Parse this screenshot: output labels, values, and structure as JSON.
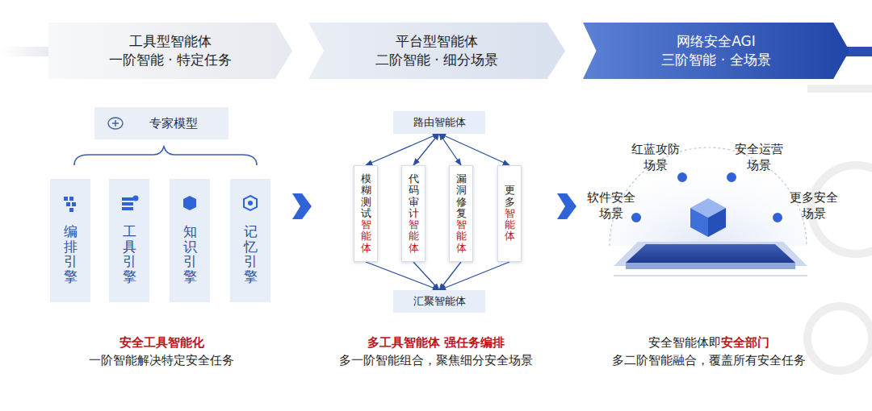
{
  "diagram": {
    "nodes": [
      {
        "text": [
          "工具型智能体",
          "一阶智能 · 特定任务"
        ]
      },
      {
        "text": [
          "平台型智能体",
          "二阶智能 · 细分场景"
        ]
      },
      {
        "text": [
          "网络安全AGI",
          "三阶智能 · 全场景"
        ]
      },
      {
        "text": [
          "专家模型"
        ]
      },
      {
        "text": [
          "编排引擎"
        ]
      },
      {
        "text": [
          "工具引擎"
        ]
      },
      {
        "text": [
          "知识引擎"
        ]
      },
      {
        "text": [
          "记忆引擎"
        ]
      },
      {
        "text": [
          "路由智能体"
        ]
      },
      {
        "text": [
          "模糊测试",
          "智能体"
        ]
      },
      {
        "text": [
          "代码审计",
          "智能体"
        ]
      },
      {
        "text": [
          "漏洞修复",
          "智能体"
        ]
      },
      {
        "text": [
          "更多",
          "智能体"
        ]
      },
      {
        "text": [
          "汇聚智能体"
        ]
      }
    ],
    "edges": [
      {
        "from": 8,
        "to": 9,
        "arrow": "both"
      },
      {
        "from": 8,
        "to": 10,
        "arrow": "both"
      },
      {
        "from": 8,
        "to": 11,
        "arrow": "both"
      },
      {
        "from": 8,
        "to": 12,
        "arrow": "both"
      },
      {
        "from": 9,
        "to": 13,
        "arrow": "to"
      },
      {
        "from": 10,
        "to": 13,
        "arrow": "to"
      },
      {
        "from": 11,
        "to": 13,
        "arrow": "to"
      },
      {
        "from": 12,
        "to": 13,
        "arrow": "to"
      }
    ],
    "labels": [
      "安全工具智能化",
      "一阶智能解决特定安全任务",
      "多工具智能体 强任务编排",
      "多一阶智能组合，聚焦细分安全场景",
      "红蓝攻防 场景",
      "安全运营 场景",
      "软件安全 场景",
      "更多安全 场景",
      "安全智能体即",
      "安全部门",
      "多二阶智能融合，覆盖所有安全任务"
    ]
  }
}
